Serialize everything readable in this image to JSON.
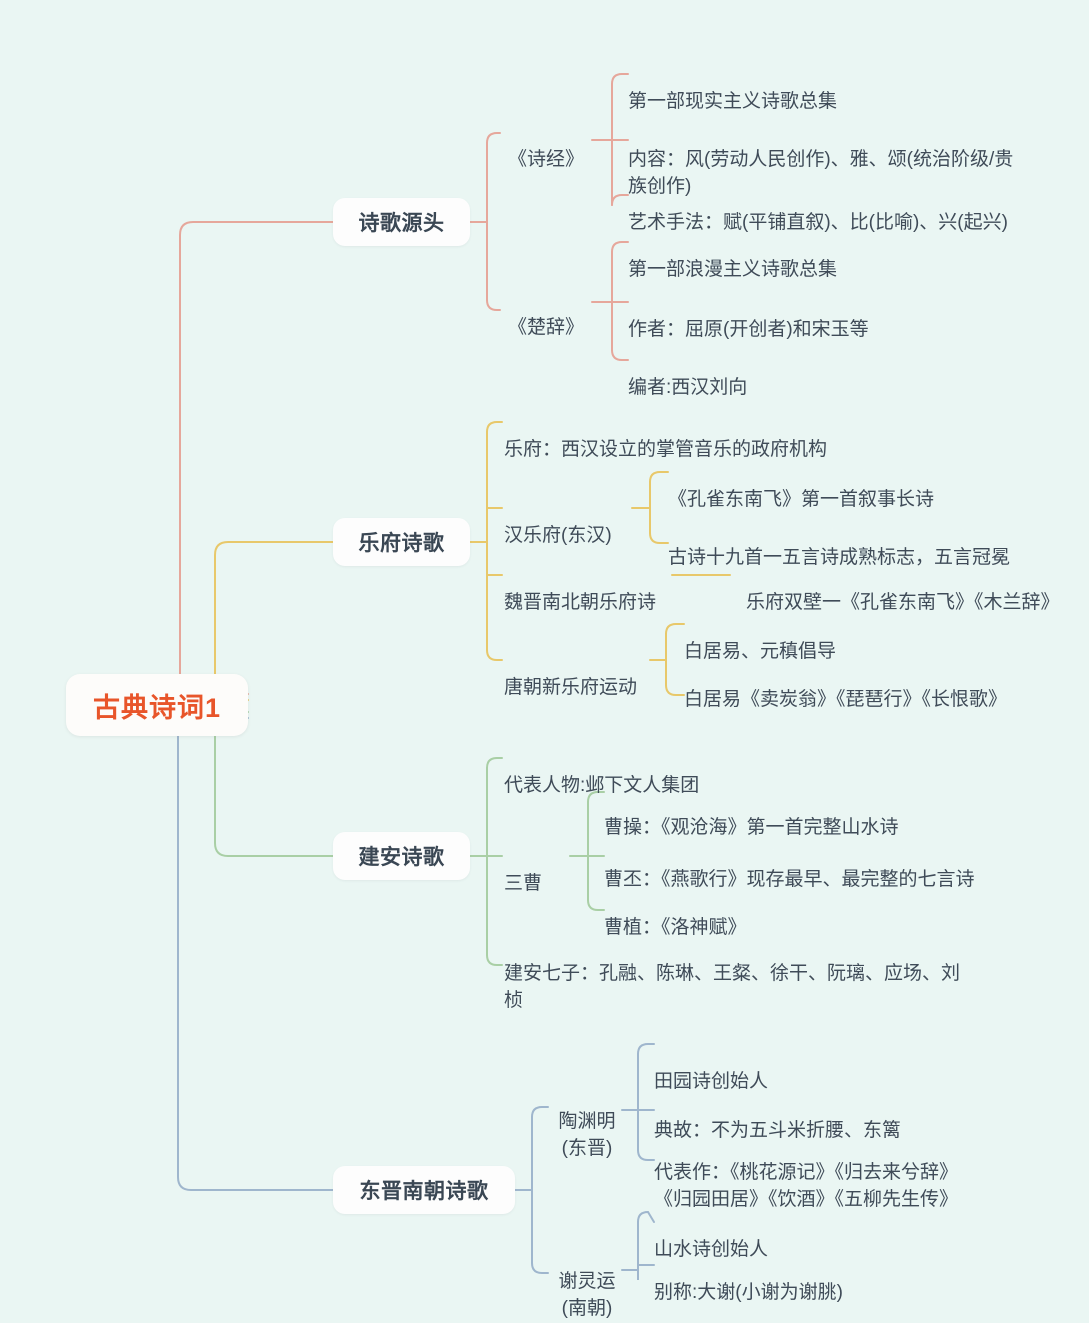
{
  "meta": {
    "background_color": "#eaf6f3",
    "root_color": "#e8552a",
    "branch_label_color": "#3a4754",
    "text_color": "#3f4b58"
  },
  "root": {
    "label": "古典诗词1"
  },
  "branches": [
    {
      "id": "b1",
      "label": "诗歌源头",
      "color": "#e6a79b",
      "children": [
        {
          "label": "《诗经》",
          "leaves": [
            "第一部现实主义诗歌总集",
            "内容：风(劳动人民创作)、雅、颂(统治阶级/贵族创作)",
            "艺术手法：赋(平铺直叙)、比(比喻)、兴(起兴)"
          ]
        },
        {
          "label": "《楚辞》",
          "leaves": [
            "第一部浪漫主义诗歌总集",
            "作者：屈原(开创者)和宋玉等",
            "编者:西汉刘向"
          ]
        }
      ]
    },
    {
      "id": "b2",
      "label": "乐府诗歌",
      "color": "#e8c86a",
      "children": [
        {
          "label": "乐府：西汉设立的掌管音乐的政府机构",
          "leaves": []
        },
        {
          "label": "汉乐府(东汉)",
          "leaves": [
            "《孔雀东南飞》第一首叙事长诗",
            "古诗十九首一五言诗成熟标志，五言冠冕"
          ]
        },
        {
          "label": "魏晋南北朝乐府诗",
          "leaves": [
            "乐府双壁一《孔雀东南飞》《木兰辞》"
          ]
        },
        {
          "label": "唐朝新乐府运动",
          "leaves": [
            "白居易、元稹倡导",
            "白居易《卖炭翁》《琵琶行》《长恨歌》"
          ]
        }
      ]
    },
    {
      "id": "b3",
      "label": "建安诗歌",
      "color": "#a9cfa5",
      "children": [
        {
          "label": "代表人物:邺下文人集团",
          "leaves": []
        },
        {
          "label": "三曹",
          "leaves": [
            "曹操：《观沧海》第一首完整山水诗",
            "曹丕：《燕歌行》现存最早、最完整的七言诗",
            "曹植：《洛神赋》"
          ]
        },
        {
          "label": "建安七子：孔融、陈琳、王粲、徐干、阮璃、应场、刘桢",
          "leaves": []
        }
      ]
    },
    {
      "id": "b4",
      "label": "东晋南朝诗歌",
      "color": "#9fb6cd",
      "children": [
        {
          "label": "陶渊明\n(东晋)",
          "leaves": [
            "田园诗创始人",
            "典故：不为五斗米折腰、东篱",
            "代表作：《桃花源记》《归去来兮辞》\n《归园田居》《饮酒》《五柳先生传》"
          ]
        },
        {
          "label": "谢灵运\n(南朝)",
          "leaves": [
            "山水诗创始人",
            "别称:大谢(小谢为谢朓)"
          ]
        }
      ]
    }
  ]
}
